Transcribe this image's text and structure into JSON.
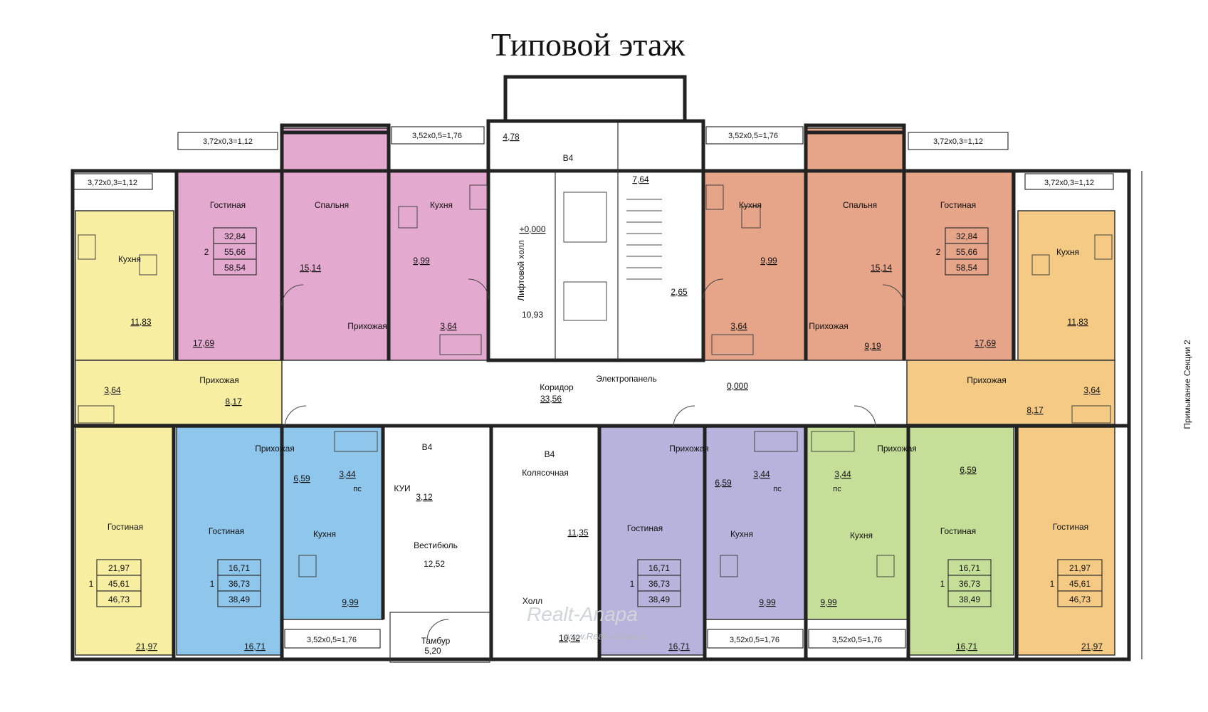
{
  "title": "Типовой этаж",
  "side_label": "Примыкание Секции 2",
  "watermark": {
    "brand": "Realt-Anapa",
    "url": "www.Realt-Anapa.ru"
  },
  "colors": {
    "yellow": "#f7eea1",
    "pink": "#e4a9cf",
    "salmon": "#e6a488",
    "orange": "#f4ca84",
    "blue": "#8ec6ec",
    "lavender": "#b7b3dc",
    "green": "#c6df98",
    "wall": "#222222"
  },
  "loggias": {
    "l1": "3,72х0,3=1,12",
    "l2": "3,72х0,3=1,12",
    "l3": "3,52х0,5=1,76",
    "l4": "3,52х0,5=1,76",
    "l5": "3,72х0,3=1,12",
    "l6": "3,72х0,3=1,12",
    "l7": "3,52х0,5=1,76",
    "l8": "3,52х0,5=1,76",
    "l9": "3,52х0,5=1,76"
  },
  "core": {
    "lift_hall": "Лифтовой холл",
    "lift_hall_area": "10,93",
    "level_mark": "+0,000",
    "level_mark2": "0,000",
    "stair_area_top": "4,78",
    "stair_area": "7,64",
    "stair_area2": "2,65",
    "b4_a": "В4",
    "b4_b": "В4",
    "b4_c": "В4",
    "corridor": "Коридор",
    "corridor_area": "33,56",
    "electro": "Электропанель",
    "kui": "КУИ",
    "kui_area": "3,12",
    "vestibule": "Вестибюль",
    "vestibule_area": "12,52",
    "stroller": "Колясочная",
    "stroller_area": "11,35",
    "hall": "Холл",
    "hall_area": "10,42",
    "tambur": "Тамбур",
    "tambur_area": "5,20"
  },
  "apartments": {
    "a1": {
      "rooms": "1",
      "living": "21,97",
      "total": "45,61",
      "full": "46,73",
      "lbl_living": "Гостиная",
      "lbl_kitchen": "Кухня",
      "lbl_hall": "Прихожая",
      "area_kitchen": "11,83",
      "area_bath": "3,64",
      "area_hall": "8,17",
      "area_living": "21,97"
    },
    "a2": {
      "rooms": "2",
      "living": "32,84",
      "total": "55,66",
      "full": "58,54",
      "lbl_living": "Гостиная",
      "lbl_bed": "Спальня",
      "lbl_kitchen": "Кухня",
      "lbl_hall": "Прихожая",
      "area_living": "17,69",
      "area_bed": "15,14",
      "area_kitchen": "9,99",
      "area_bath": "3,64"
    },
    "a3": {
      "rooms": "2",
      "living": "32,84",
      "total": "55,66",
      "full": "58,54",
      "lbl_living": "Гостиная",
      "lbl_bed": "Спальня",
      "lbl_kitchen": "Кухня",
      "lbl_hall": "Прихожая",
      "area_living": "17,69",
      "area_bed": "15,14",
      "area_kitchen": "9,99",
      "area_bath": "3,64",
      "area_hall": "9,19"
    },
    "a4": {
      "rooms": "1",
      "living": "21,97",
      "total": "45,61",
      "full": "46,73",
      "lbl_living": "Гостиная",
      "lbl_kitchen": "Кухня",
      "lbl_hall": "Прихожая",
      "area_kitchen": "11,83",
      "area_bath": "3,64",
      "area_hall": "8,17",
      "area_living": "21,97"
    },
    "a5": {
      "rooms": "1",
      "living": "16,71",
      "total": "36,73",
      "full": "38,49",
      "lbl_living": "Гостиная",
      "lbl_kitchen": "Кухня",
      "lbl_hall": "Прихожая",
      "area_hall": "6,59",
      "area_bath": "3,44",
      "area_kitchen": "9,99",
      "area_living": "16,71"
    },
    "a6": {
      "rooms": "1",
      "living": "16,71",
      "total": "36,73",
      "full": "38,49",
      "lbl_living": "Гостиная",
      "lbl_kitchen": "Кухня",
      "lbl_hall": "Прихожая",
      "area_hall": "6,59",
      "area_bath": "3,44",
      "area_kitchen": "9,99",
      "area_living": "16,71"
    },
    "a7": {
      "rooms": "1",
      "living": "16,71",
      "total": "36,73",
      "full": "38,49",
      "lbl_living": "Гостиная",
      "lbl_kitchen": "Кухня",
      "lbl_hall": "Прихожая",
      "area_hall": "6,59",
      "area_bath": "3,44",
      "area_kitchen": "9,99",
      "area_living": "16,71"
    }
  },
  "mark_pc": "пс"
}
